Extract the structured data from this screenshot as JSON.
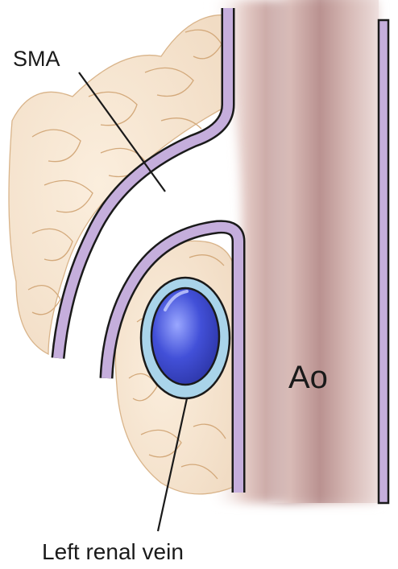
{
  "labels": {
    "sma": "SMA",
    "aorta": "Ao",
    "left_renal_vein": "Left renal vein"
  }
}
